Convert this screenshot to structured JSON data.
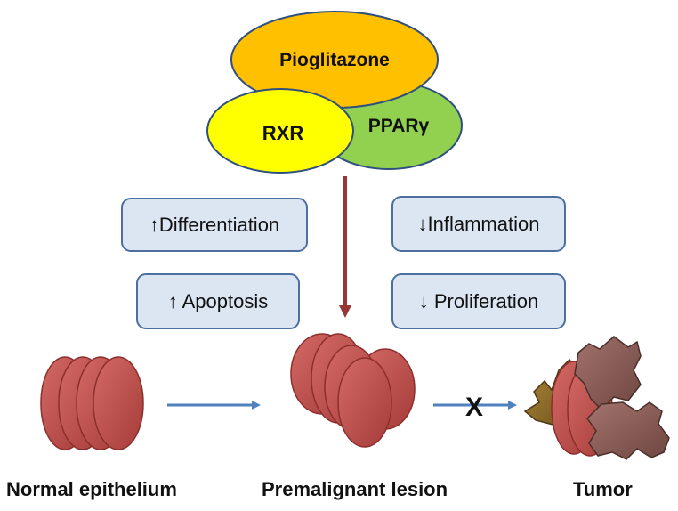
{
  "complex": {
    "ligand": "Pioglitazone",
    "partner1": "RXR",
    "partner2": "PPARγ"
  },
  "effects": {
    "left_top": "↑Differentiation",
    "left_bottom": "↑ Apoptosis",
    "right_top": "↓Inflammation",
    "right_bottom": "↓ Proliferation"
  },
  "stages": {
    "normal": "Normal epithelium",
    "premalignant": "Premalignant lesion",
    "tumor": "Tumor"
  },
  "block_mark": "X",
  "colors": {
    "ligand": "#ffc000",
    "rxr": "#ffff00",
    "ppar": "#92d050",
    "cell": "#c0504d",
    "arrow": "#4f81bd",
    "drug_arrow": "#953735",
    "box_fill": "#dce6f2",
    "box_border": "#4a6fa0",
    "tumor_mass": "#8b5a55"
  }
}
